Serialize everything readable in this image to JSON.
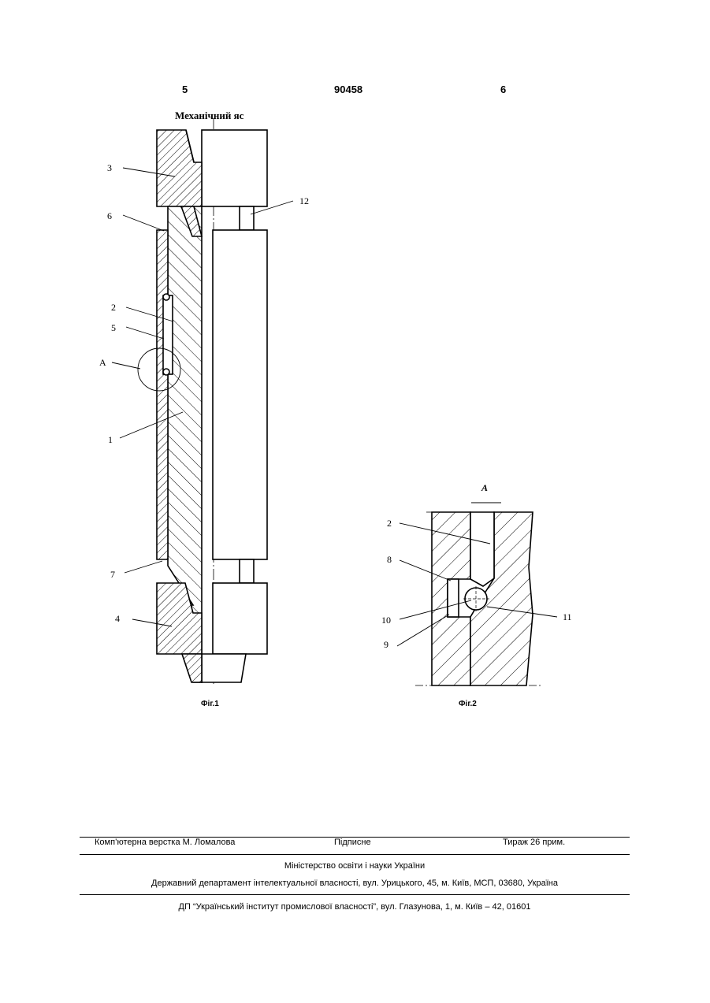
{
  "header": {
    "page_left": "5",
    "patent_number": "90458",
    "page_right": "6"
  },
  "figure1": {
    "title": "Механічний яс",
    "caption": "Фіг.1",
    "labels": {
      "l3": "3",
      "l12": "12",
      "l6": "6",
      "l2": "2",
      "l5": "5",
      "lA": "A",
      "l1": "1",
      "l7": "7",
      "l4": "4"
    }
  },
  "figure2": {
    "title": "A",
    "caption": "Фіг.2",
    "labels": {
      "l2": "2",
      "l8": "8",
      "l10": "10",
      "l11": "11",
      "l9": "9"
    }
  },
  "footer": {
    "layout_by": "Комп’ютерна верстка М. Ломалова",
    "signed": "Підписне",
    "print_run": "Тираж 26 прим.",
    "ministry": "Міністерство освіти і науки України",
    "department": "Державний департамент інтелектуальної власності, вул. Урицького, 45, м. Київ, МСП, 03680, Україна",
    "institute": "ДП “Український інститут промислової власності”, вул. Глазунова, 1, м. Київ – 42, 01601"
  }
}
